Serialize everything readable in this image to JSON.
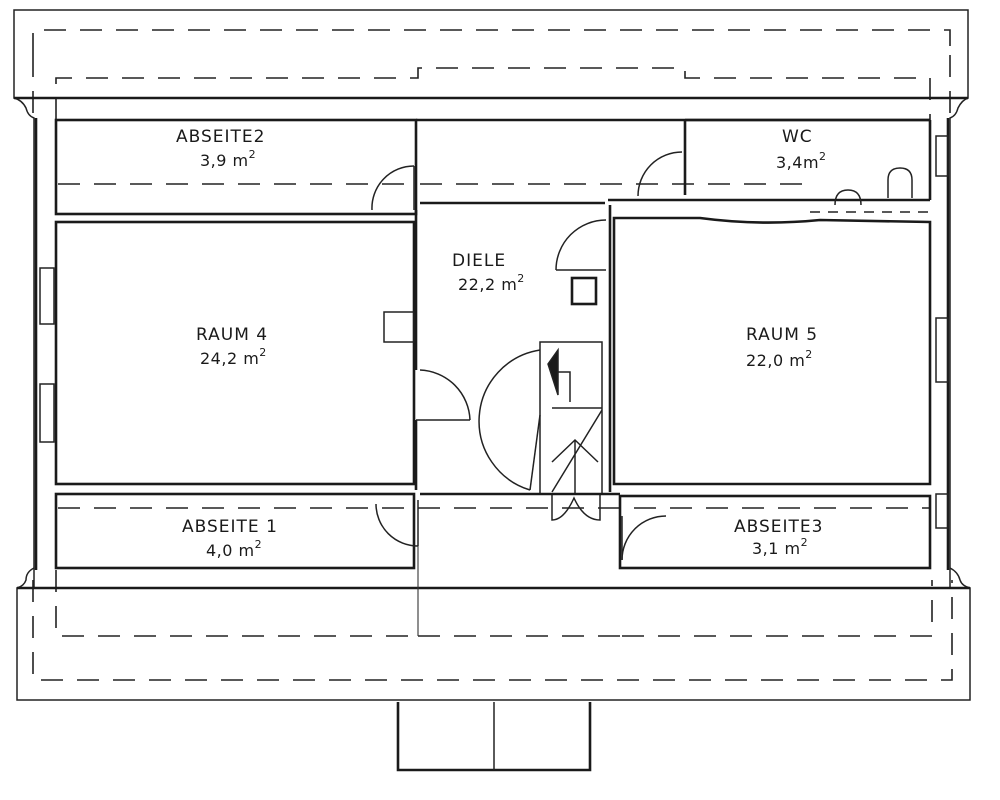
{
  "plan": {
    "type": "floor-plan",
    "rooms": [
      {
        "id": "abseite2",
        "name": "ABSEITE2",
        "area": "3,9 m",
        "unit_exp": "2"
      },
      {
        "id": "wc",
        "name": "WC",
        "area": "3,4m",
        "unit_exp": "2"
      },
      {
        "id": "diele",
        "name": "DIELE",
        "area": "22,2 m",
        "unit_exp": "2"
      },
      {
        "id": "raum4",
        "name": "RAUM 4",
        "area": "24,2 m",
        "unit_exp": "2"
      },
      {
        "id": "raum5",
        "name": "RAUM 5",
        "area": "22,0 m",
        "unit_exp": "2"
      },
      {
        "id": "abseite1",
        "name": "ABSEITE 1",
        "area": "4,0 m",
        "unit_exp": "2"
      },
      {
        "id": "abseite3",
        "name": "ABSEITE3",
        "area": "3,1 m",
        "unit_exp": "2"
      }
    ],
    "colors": {
      "ink": "#1a1a1a",
      "paper": "#ffffff"
    }
  }
}
